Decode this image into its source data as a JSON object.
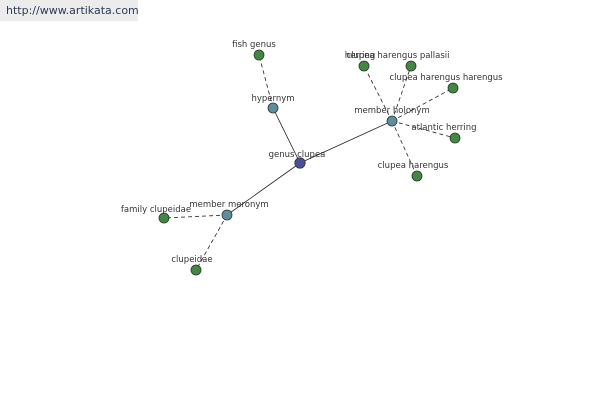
{
  "source_link": {
    "text": "http://www.artikata.com"
  },
  "colors": {
    "center_node": "#4a4f9a",
    "relation_node": "#5b8fa0",
    "leaf_node": "#3f8a3f",
    "edge": "#222222",
    "label": "#333333"
  },
  "graph": {
    "center": {
      "id": "genus-clupea",
      "label": "genus clupea"
    },
    "relations": [
      {
        "id": "hypernym",
        "label": "hypernym"
      },
      {
        "id": "member-holonym",
        "label": "member holonym"
      },
      {
        "id": "member-meronym",
        "label": "member meronym"
      }
    ],
    "leaves": [
      {
        "id": "fish-genus",
        "label": "fish genus",
        "relation": "hypernym"
      },
      {
        "id": "herring",
        "label": "herring",
        "relation": "member-holonym"
      },
      {
        "id": "clupea-harengus-pallasii",
        "label": "clupea harengus pallasii",
        "relation": "member-holonym"
      },
      {
        "id": "clupea-harengus-harengus",
        "label": "clupea harengus harengus",
        "relation": "member-holonym"
      },
      {
        "id": "atlantic-herring",
        "label": "atlantic herring",
        "relation": "member-holonym"
      },
      {
        "id": "clupea-harengus",
        "label": "clupea harengus",
        "relation": "member-holonym"
      },
      {
        "id": "family-clupeidae",
        "label": "family clupeidae",
        "relation": "member-meronym"
      },
      {
        "id": "clupeidae",
        "label": "clupeidae",
        "relation": "member-meronym"
      }
    ]
  }
}
